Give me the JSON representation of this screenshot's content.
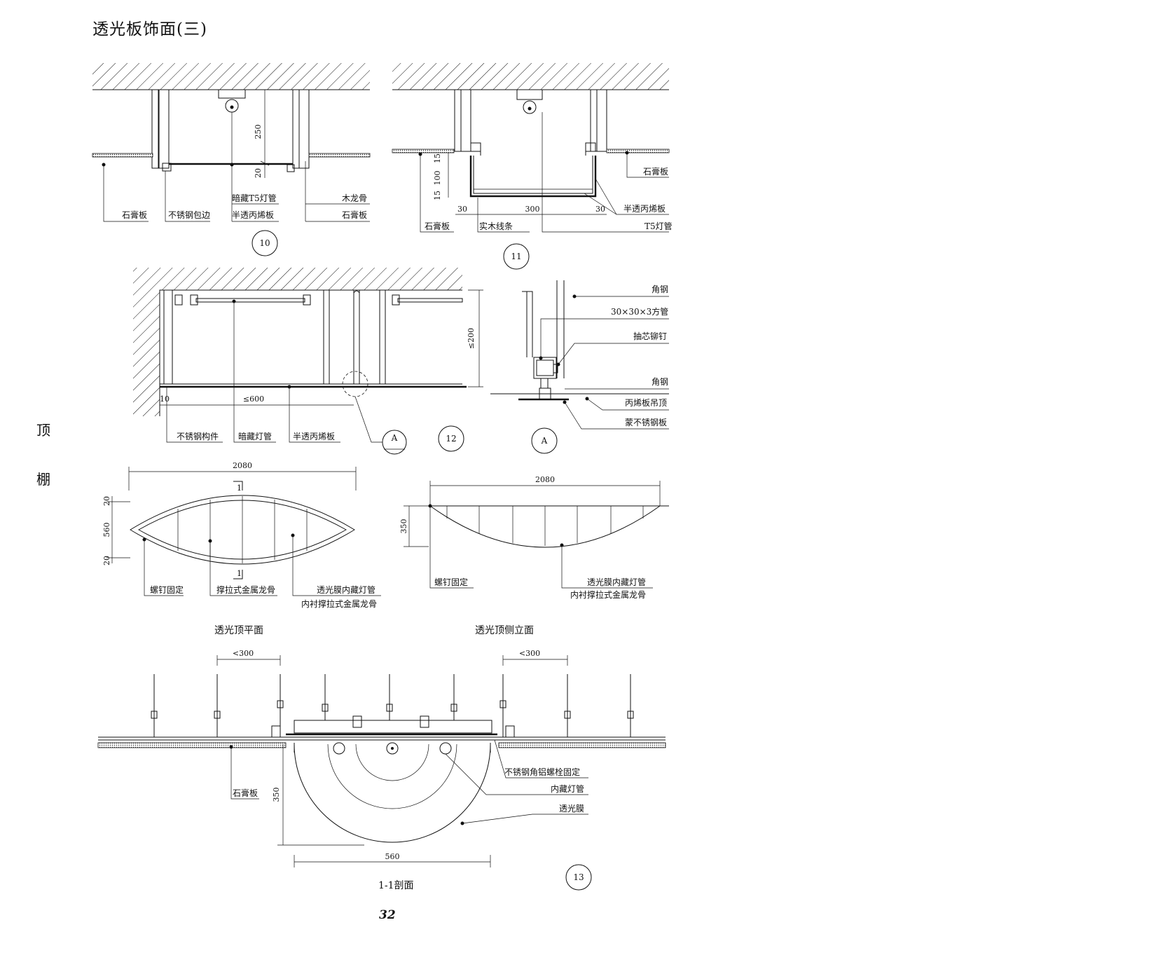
{
  "header": {
    "title": "透光板饰面(三)"
  },
  "side_labels": [
    "顶",
    "棚"
  ],
  "page_number": "32",
  "detail10": {
    "number": "10",
    "dims": {
      "height": "250",
      "lip": "20"
    },
    "labels": {
      "gypsum_left": "石膏板",
      "steel_edge": "不锈钢包边",
      "t5_hidden": "暗藏T5灯管",
      "panel": "半透丙烯板",
      "wood_keel": "木龙骨",
      "gypsum_right": "石膏板"
    }
  },
  "detail11": {
    "number": "11",
    "dims": {
      "top": "15",
      "mid": "100",
      "bottom": "15",
      "left": "30",
      "width": "300",
      "right": "30"
    },
    "labels": {
      "gypsum_right": "石膏板",
      "panel": "半透丙烯板",
      "gypsum_left": "石膏板",
      "wood_strip": "实木线条",
      "t5": "T5灯管"
    }
  },
  "detail12": {
    "number": "12",
    "callout": "A",
    "dims": {
      "span": "≤600",
      "height": "≤200",
      "edge": "10"
    },
    "labels": {
      "steel_part": "不锈钢构件",
      "hidden_tube": "暗藏灯管",
      "panel": "半透丙烯板"
    }
  },
  "detailA": {
    "number": "A",
    "labels": {
      "angle_top": "角钢",
      "square_tube": "30×30×3方管",
      "rivet": "抽芯铆钉",
      "angle_bottom": "角钢",
      "acrylic_ceiling": "丙烯板吊顶",
      "steel_cover": "蒙不锈钢板"
    }
  },
  "plan": {
    "caption": "透光顶平面",
    "section_mark": "1",
    "dims": {
      "length": "2080",
      "width": "560",
      "top_edge": "20",
      "bottom_edge": "20"
    },
    "labels": {
      "screw": "螺钉固定",
      "keel": "撑拉式金属龙骨",
      "film_line1": "透光膜内藏灯管",
      "film_line2": "内衬撑拉式金属龙骨"
    }
  },
  "elevation": {
    "caption": "透光顶侧立面",
    "dims": {
      "length": "2080",
      "depth": "350"
    },
    "labels": {
      "screw": "螺钉固定",
      "film_line1": "透光膜内藏灯管",
      "film_line2": "内衬撑拉式金属龙骨"
    }
  },
  "section": {
    "caption": "1-1剖面",
    "number": "13",
    "dims": {
      "spacing_left": "<300",
      "spacing_right": "<300",
      "depth": "350",
      "width": "560"
    },
    "labels": {
      "gypsum": "石膏板",
      "bolt": "不锈钢角铝螺栓固定",
      "hidden_tube": "内藏灯管",
      "film": "透光膜"
    }
  },
  "colors": {
    "ink": "#111111",
    "paper": "#ffffff"
  }
}
